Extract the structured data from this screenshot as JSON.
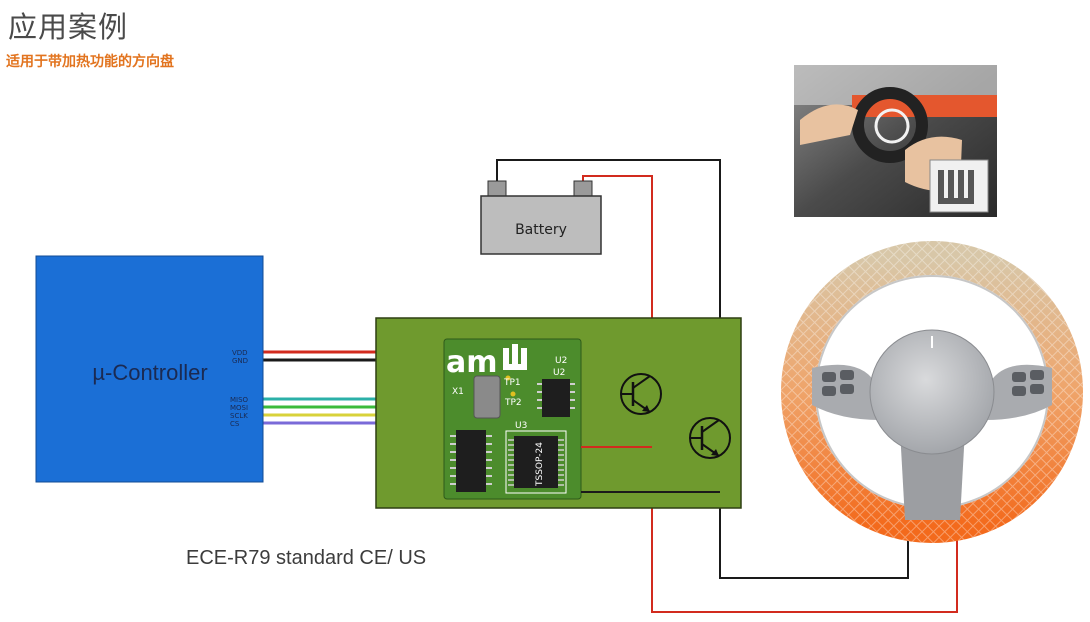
{
  "slide": {
    "title": "应用案例",
    "subtitle": "适用于带加热功能的方向盘",
    "caption": "ECE-R79 standard CE/ US"
  },
  "diagram": {
    "microcontroller_label": "µ-Controller",
    "mcu_pins": [
      "VDD",
      "GND",
      "MISO",
      "MOSI",
      "SCLK",
      "CS"
    ],
    "battery_label": "Battery",
    "board": {
      "logo": "am",
      "labels": [
        "X1",
        "TP1",
        "TP2",
        "U2",
        "U3",
        "TSSOP-24"
      ]
    }
  },
  "colors": {
    "title": "#4a4a4a",
    "subtitle": "#e2741f",
    "mcu_blue": "#1b6fd6",
    "board_green": "#6f9a2e",
    "pcb_green": "#4c8c2c",
    "wire_red": "#d22b1e",
    "wire_black": "#1a1a1a"
  }
}
